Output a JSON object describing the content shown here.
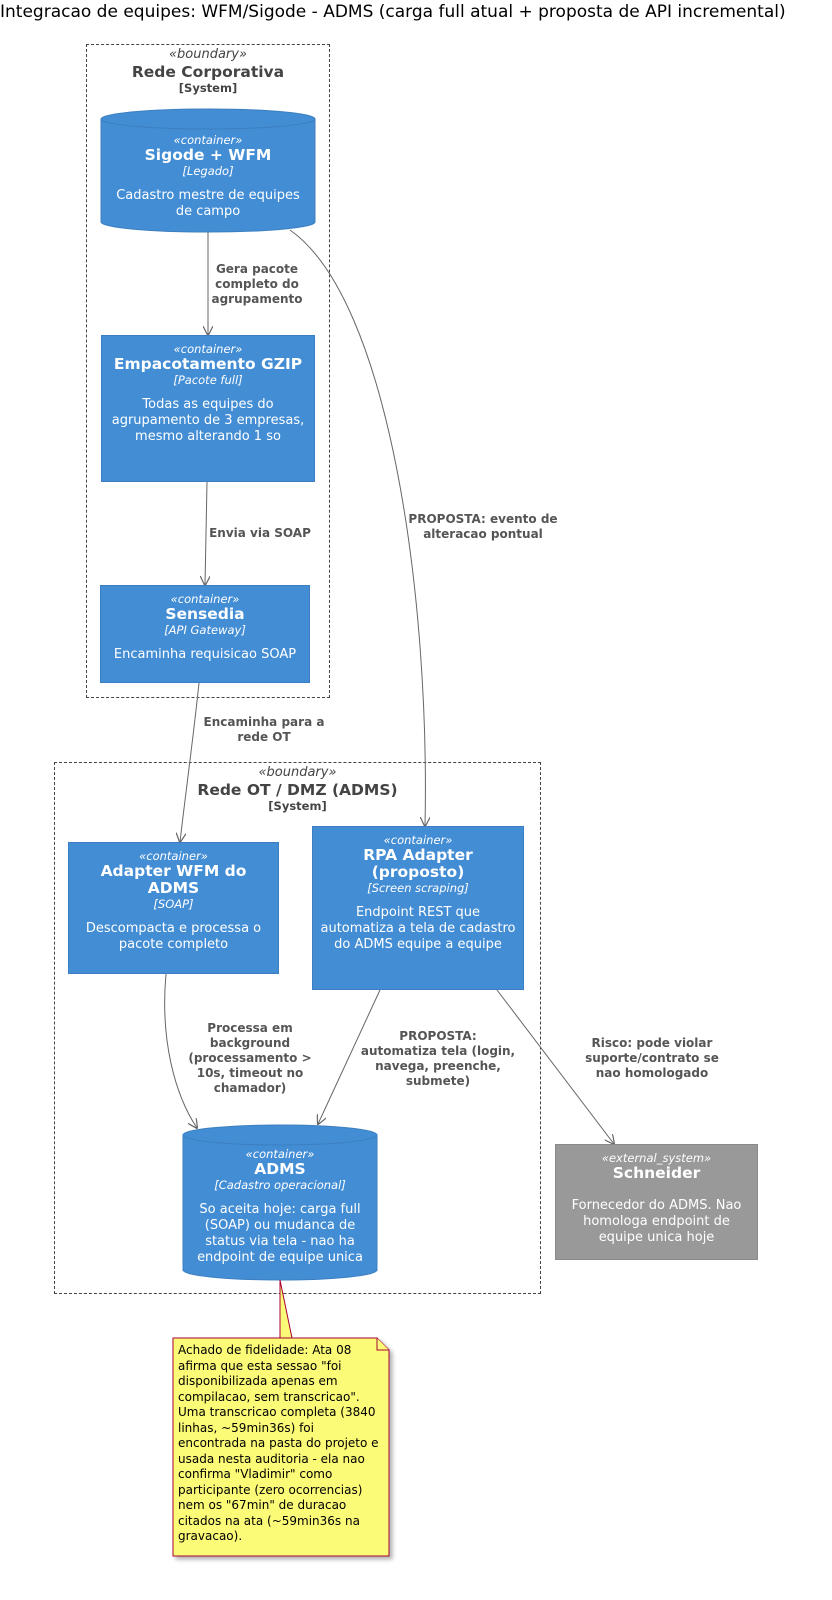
{
  "title": "Integracao de equipes: WFM/Sigode - ADMS (carga full atual + proposta de API incremental)",
  "boundaries": {
    "corporativa": {
      "stereotype": "«boundary»",
      "name": "Rede Corporativa",
      "type": "[System]"
    },
    "ot": {
      "stereotype": "«boundary»",
      "name": "Rede OT / DMZ (ADMS)",
      "type": "[System]"
    }
  },
  "nodes": {
    "sigode": {
      "stereotype": "«container»",
      "name": "Sigode + WFM",
      "tech": "[Legado]",
      "desc": "Cadastro mestre de equipes de campo"
    },
    "gzip": {
      "stereotype": "«container»",
      "name": "Empacotamento GZIP",
      "tech": "[Pacote full]",
      "desc": "Todas as equipes do agrupamento de 3 empresas, mesmo alterando 1 so"
    },
    "sensedia": {
      "stereotype": "«container»",
      "name": "Sensedia",
      "tech": "[API Gateway]",
      "desc": "Encaminha requisicao SOAP"
    },
    "adapter": {
      "stereotype": "«container»",
      "name": "Adapter WFM do ADMS",
      "tech": "[SOAP]",
      "desc": "Descompacta e processa o pacote completo"
    },
    "rpa": {
      "stereotype": "«container»",
      "name": "RPA Adapter (proposto)",
      "tech": "[Screen scraping]",
      "desc": "Endpoint REST que automatiza a tela de cadastro do ADMS equipe a equipe"
    },
    "adms": {
      "stereotype": "«container»",
      "name": "ADMS",
      "tech": "[Cadastro operacional]",
      "desc": "So aceita hoje: carga full (SOAP) ou mudanca de status via tela - nao ha endpoint de equipe unica"
    },
    "schneider": {
      "stereotype": "«external_system»",
      "name": "Schneider",
      "desc": "Fornecedor do ADMS. Nao homologa endpoint de equipe unica hoje"
    }
  },
  "edges": {
    "e1": "Gera pacote completo do agrupamento",
    "e2": "Envia via SOAP",
    "e3": "Encaminha para a rede OT",
    "e4": "PROPOSTA: evento de alteracao pontual",
    "e5": "Processa em background (processamento > 10s, timeout no chamador)",
    "e6": "PROPOSTA: automatiza tela (login, navega, preenche, submete)",
    "e7": "Risco: pode violar suporte/contrato se nao homologado"
  },
  "note": "Achado de fidelidade: Ata 08 afirma que esta sessao \"foi disponibilizada apenas em compilacao, sem transcricao\". Uma transcricao completa (3840 linhas, ~59min36s) foi encontrada na pasta do projeto e usada nesta auditoria - ela nao confirma \"Vladimir\" como participante (zero ocorrencias) nem os \"67min\" de duracao citados na ata (~59min36s na gravacao).",
  "colors": {
    "container": "#438dd5",
    "external": "#999999",
    "note": "#fbfb77",
    "note_border": "#a80036"
  }
}
